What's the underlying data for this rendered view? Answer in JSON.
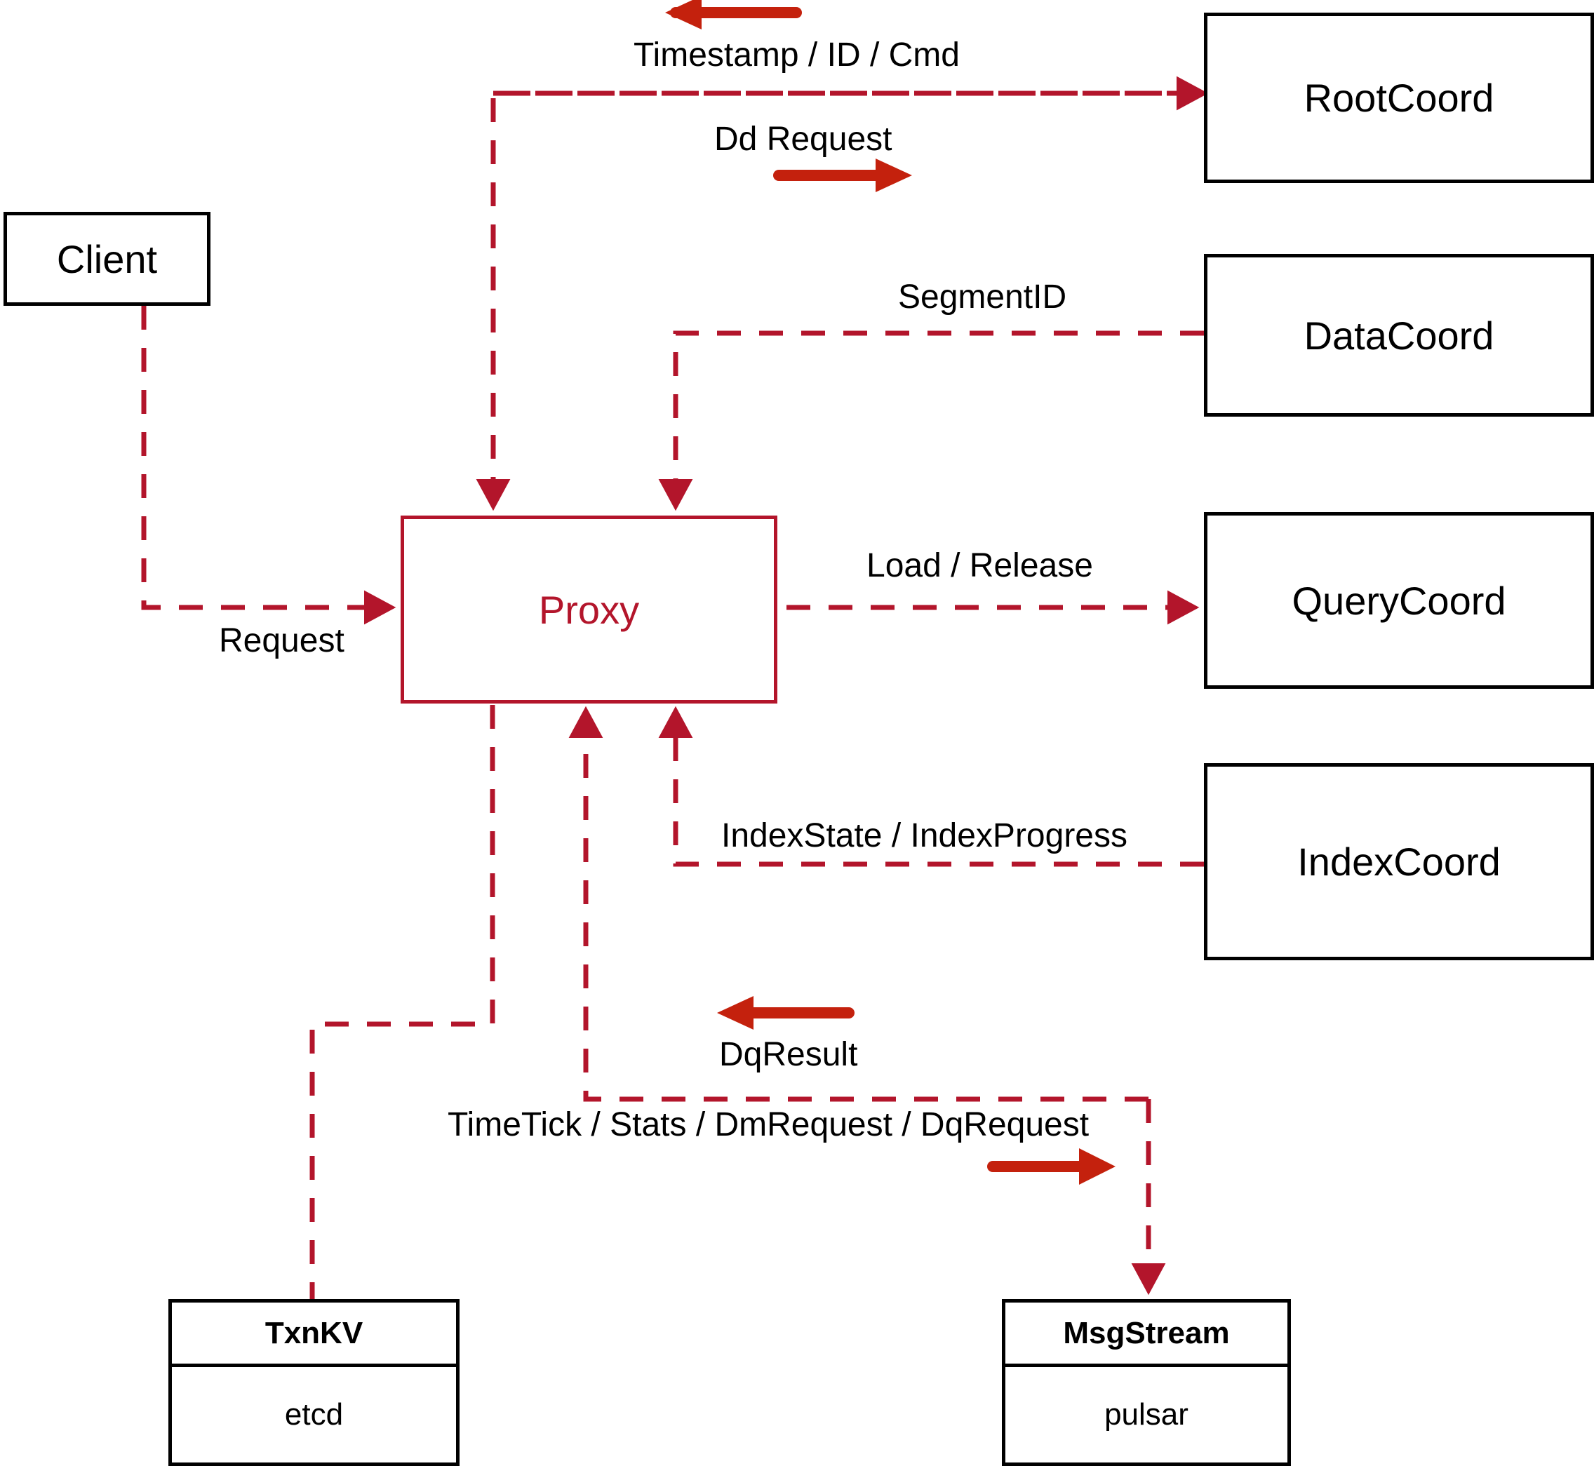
{
  "diagram": {
    "title": "Proxy component interaction diagram",
    "colors": {
      "node_border_black": "#000000",
      "proxy_border_red": "#B3152B",
      "dashed_connector_red": "#B3152B",
      "annotation_arrow_red": "#C4210D",
      "background": "#FFFFFF",
      "text_black": "#000000"
    }
  },
  "nodes": {
    "client": {
      "label": "Client"
    },
    "proxy": {
      "label": "Proxy"
    },
    "root_coord": {
      "label": "RootCoord"
    },
    "data_coord": {
      "label": "DataCoord"
    },
    "query_coord": {
      "label": "QueryCoord"
    },
    "index_coord": {
      "label": "IndexCoord"
    },
    "txn_kv": {
      "header": "TxnKV",
      "body": "etcd"
    },
    "msg_stream": {
      "header": "MsgStream",
      "body": "pulsar"
    }
  },
  "edge_labels": {
    "timestamp_id_cmd": "Timestamp / ID / Cmd",
    "dd_request": "Dd Request",
    "segment_id": "SegmentID",
    "request": "Request",
    "load_release": "Load / Release",
    "index_state_progress": "IndexState / IndexProgress",
    "dq_result": "DqResult",
    "timetick_stats_dm_dq": "TimeTick / Stats / DmRequest / DqRequest"
  },
  "chart_data": {
    "type": "diagram",
    "title": "Proxy component interaction diagram",
    "nodes": [
      {
        "id": "client",
        "label": "Client",
        "style": "black-box"
      },
      {
        "id": "proxy",
        "label": "Proxy",
        "style": "red-box"
      },
      {
        "id": "root_coord",
        "label": "RootCoord",
        "style": "black-box"
      },
      {
        "id": "data_coord",
        "label": "DataCoord",
        "style": "black-box"
      },
      {
        "id": "query_coord",
        "label": "QueryCoord",
        "style": "black-box"
      },
      {
        "id": "index_coord",
        "label": "IndexCoord",
        "style": "black-box"
      },
      {
        "id": "txn_kv",
        "label": "TxnKV",
        "sublabel": "etcd",
        "style": "stacked-box"
      },
      {
        "id": "msg_stream",
        "label": "MsgStream",
        "sublabel": "pulsar",
        "style": "stacked-box"
      }
    ],
    "edges": [
      {
        "from": "client",
        "to": "proxy",
        "label": "Request",
        "direction": "to-proxy"
      },
      {
        "from": "proxy",
        "to": "root_coord",
        "label": "Timestamp / ID / Cmd",
        "direction": "to-proxy"
      },
      {
        "from": "proxy",
        "to": "root_coord",
        "label": "Dd Request",
        "direction": "to-rootcoord"
      },
      {
        "from": "data_coord",
        "to": "proxy",
        "label": "SegmentID",
        "direction": "to-proxy"
      },
      {
        "from": "proxy",
        "to": "query_coord",
        "label": "Load / Release",
        "direction": "to-querycoord"
      },
      {
        "from": "index_coord",
        "to": "proxy",
        "label": "IndexState / IndexProgress",
        "direction": "to-proxy"
      },
      {
        "from": "msg_stream",
        "to": "proxy",
        "label": "DqResult",
        "direction": "to-proxy"
      },
      {
        "from": "proxy",
        "to": "msg_stream",
        "label": "TimeTick / Stats / DmRequest / DqRequest",
        "direction": "to-msgstream"
      },
      {
        "from": "proxy",
        "to": "txn_kv",
        "label": "",
        "direction": "to-txnkv"
      }
    ]
  }
}
